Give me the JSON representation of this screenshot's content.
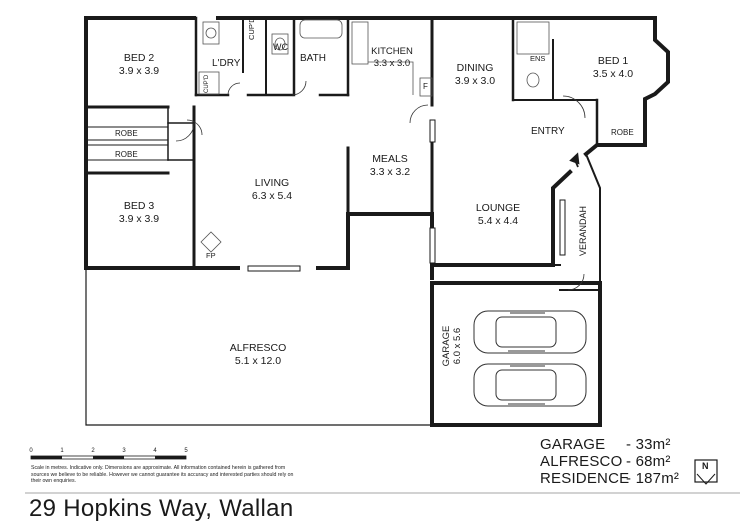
{
  "rooms": [
    {
      "key": "bed2",
      "name": "BED 2",
      "dims": "3.9 x 3.9"
    },
    {
      "key": "bed3",
      "name": "BED 3",
      "dims": "3.9 x 3.9"
    },
    {
      "key": "living",
      "name": "LIVING",
      "dims": "6.3 x 5.4"
    },
    {
      "key": "meals",
      "name": "MEALS",
      "dims": "3.3 x 3.2"
    },
    {
      "key": "kitchen",
      "name": "KITCHEN",
      "dims": "3.3 x 3.0"
    },
    {
      "key": "dining",
      "name": "DINING",
      "dims": "3.9 x 3.0"
    },
    {
      "key": "bed1",
      "name": "BED 1",
      "dims": "3.5 x 4.0"
    },
    {
      "key": "lounge",
      "name": "LOUNGE",
      "dims": "5.4 x 4.4"
    },
    {
      "key": "alfresco",
      "name": "ALFRESCO",
      "dims": "5.1 x 12.0"
    },
    {
      "key": "garage",
      "name": "GARAGE",
      "dims": "6.0 x 5.6"
    }
  ],
  "small_labels": {
    "ldry": "L'DRY",
    "cupd_top": "CUP'D",
    "wc": "WC",
    "bath": "BATH",
    "cupd_small": "CUP'D",
    "ens": "ENS",
    "entry": "ENTRY",
    "verandah": "VERANDAH",
    "fp": "FP",
    "f": "F",
    "robe_bed2": "ROBE",
    "robe_bed3": "ROBE",
    "robe_bed1": "ROBE"
  },
  "areas": [
    {
      "name": "GARAGE",
      "value": "- 33m²"
    },
    {
      "name": "ALFRESCO",
      "value": "- 68m²"
    },
    {
      "name": "RESIDENCE",
      "value": "- 187m²"
    }
  ],
  "scale": {
    "ticks": [
      "0",
      "1",
      "2",
      "3",
      "4",
      "5"
    ]
  },
  "disclaimer": "Scale in metres. Indicative only. Dimensions are approximate. All information contained herein is gathered from sources we believe to be reliable. However we cannot guarantee its accuracy and interested parties should rely on their own enquiries.",
  "address": "29 Hopkins Way, Wallan",
  "compass": {
    "letter": "N",
    "icon": "north-arrow-icon"
  },
  "colors": {
    "wall": "#1a1a1a",
    "fixture": "#555555",
    "background": "#ffffff"
  }
}
